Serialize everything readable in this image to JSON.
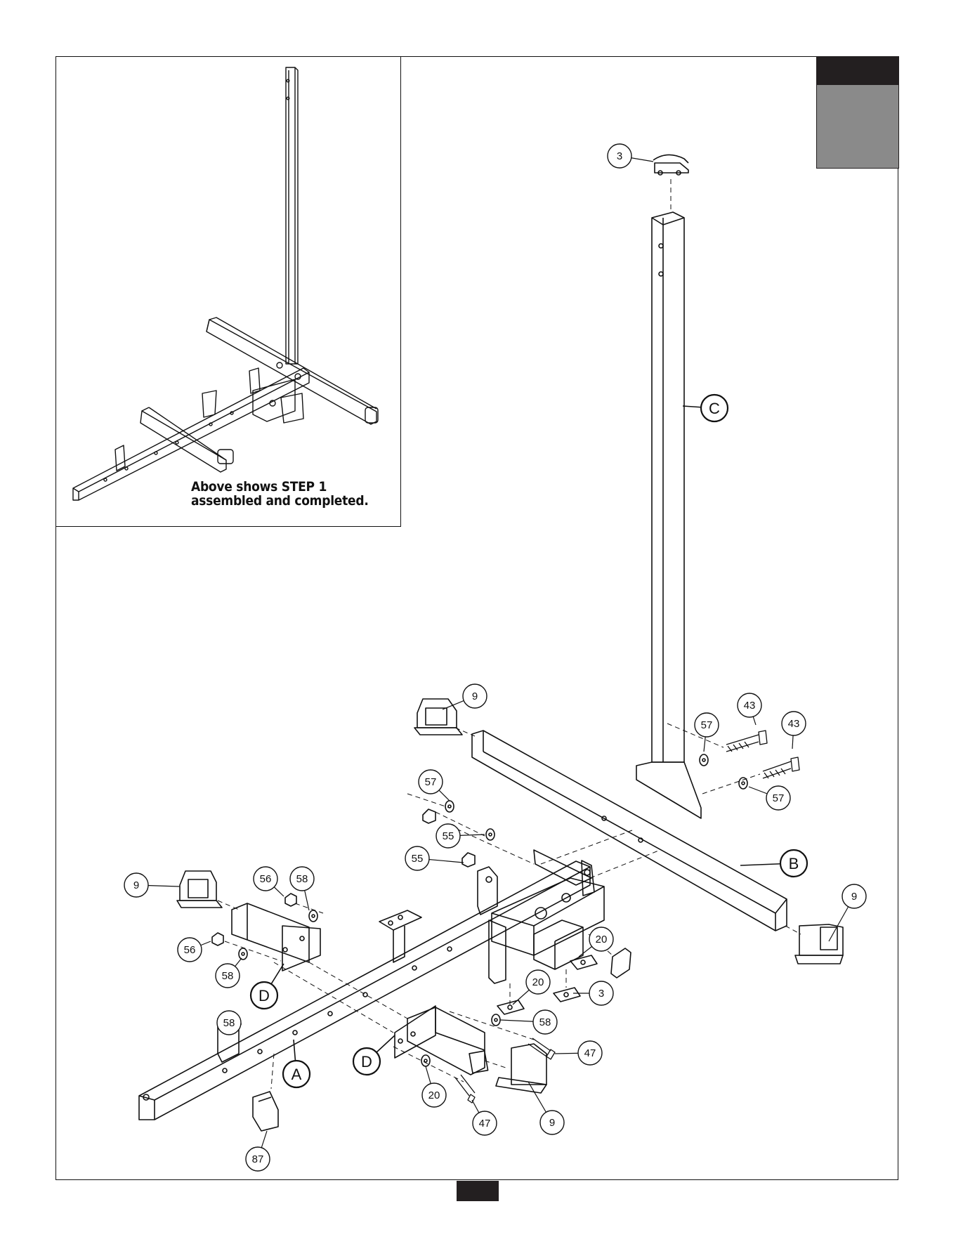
{
  "inset": {
    "caption_line_1": "Above shows STEP 1",
    "caption_line_2": "assembled and completed."
  },
  "part_callouts": [
    "3",
    "9",
    "9",
    "9",
    "9",
    "43",
    "43",
    "57",
    "57",
    "57",
    "55",
    "55",
    "56",
    "56",
    "58",
    "58",
    "58",
    "58",
    "20",
    "20",
    "20",
    "3",
    "47",
    "47",
    "87"
  ],
  "frame_labels": [
    "C",
    "B",
    "D",
    "D",
    "A"
  ],
  "colors": {
    "line": "#111111",
    "tab_dark": "#231f20",
    "tab_grey": "#8a8a8a"
  }
}
